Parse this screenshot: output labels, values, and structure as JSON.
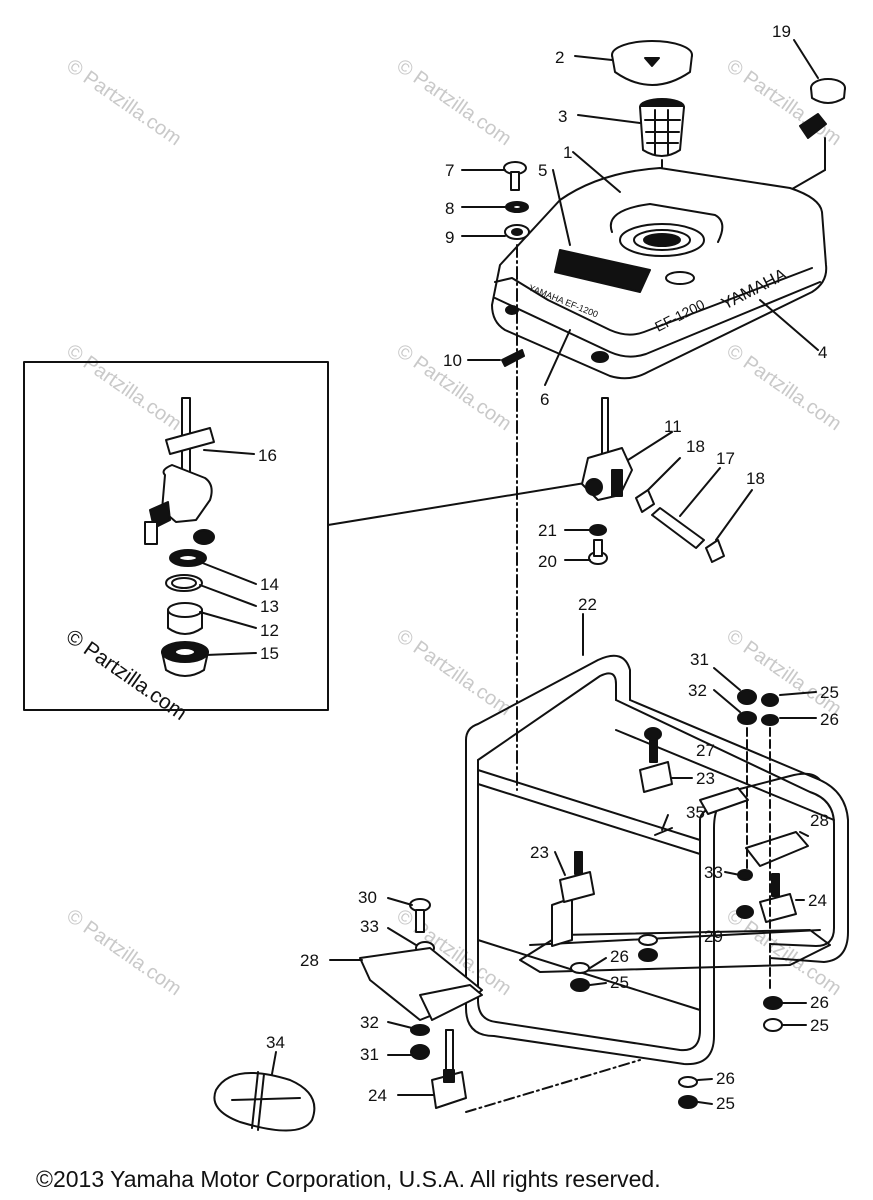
{
  "watermark_text": "© Partzilla.com",
  "copyright": "©2013 Yamaha Motor Corporation, U.S.A. All rights reserved.",
  "tank_brand": "YAMAHA",
  "tank_model": "EF-1200",
  "tank_decal": "YAMAHA EF-1200",
  "callouts": [
    "1",
    "2",
    "3",
    "4",
    "5",
    "6",
    "7",
    "8",
    "9",
    "10",
    "11",
    "12",
    "13",
    "14",
    "15",
    "16",
    "17",
    "18",
    "19",
    "20",
    "21",
    "22",
    "23",
    "24",
    "25",
    "26",
    "27",
    "28",
    "29",
    "30",
    "31",
    "32",
    "33",
    "34",
    "35"
  ],
  "colors": {
    "ink": "#111111",
    "watermark": "#c9c9c9",
    "background": "#ffffff"
  }
}
